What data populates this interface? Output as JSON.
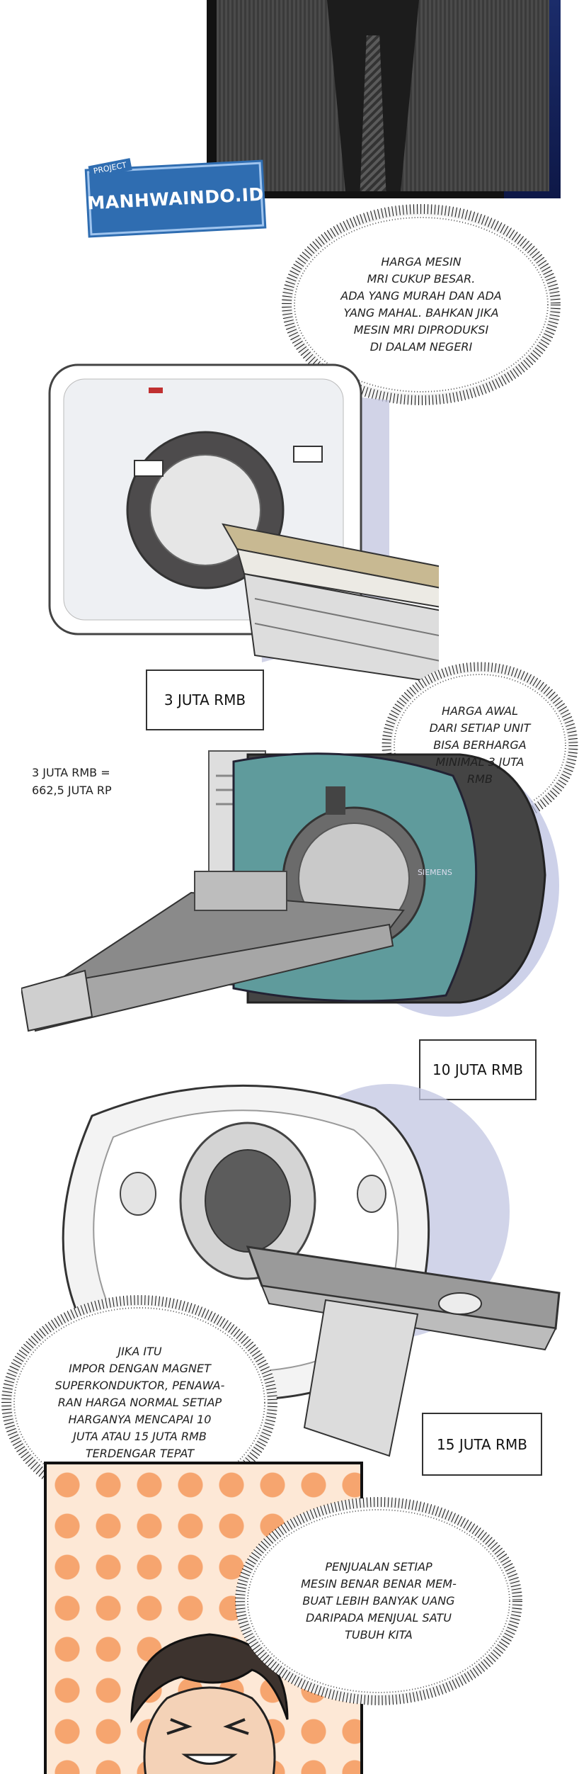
{
  "watermark": {
    "prefix": "PROJECT",
    "name": "MANHWAINDO.ID"
  },
  "bubbles": {
    "b1": "HARGA MESIN\nMRI CUKUP BESAR.\nADA YANG MURAH DAN ADA\nYANG MAHAL. BAHKAN JIKA\nMESIN MRI DIPRODUKSI\nDI DALAM NEGERI",
    "b2": "HARGA AWAL\nDARI SETIAP UNIT\nBISA BERHARGA\nMINIMAL 3 JUTA\nRMB",
    "b3": "JIKA ITU\nIMPOR DENGAN MAGNET\nSUPERKONDUKTOR, PENAWA-\nRAN HARGA NORMAL SETIAP\nHARGANYA MENCAPAI 10\nJUTA ATAU 15 JUTA RMB\nTERDENGAR TEPAT",
    "b4": "PENJUALAN SETIAP\nMESIN BENAR BENAR MEM-\nBUAT LEBIH BANYAK UANG\nDARIPADA MENJUAL SATU\nTUBUH KITA"
  },
  "prices": {
    "p1": "3 JUTA RMB",
    "p2": "10 JUTA RMB",
    "p3": "15 JUTA RMB"
  },
  "translator_note": "3 JUTA RMB =\n662,5 JUTA RP",
  "machine_brand": "SIEMENS",
  "colors": {
    "ink": "#202020",
    "logo_blue": "#2f6db1",
    "mri_teal": "#5f9b9c",
    "dot_orange": "#f6a56f"
  }
}
